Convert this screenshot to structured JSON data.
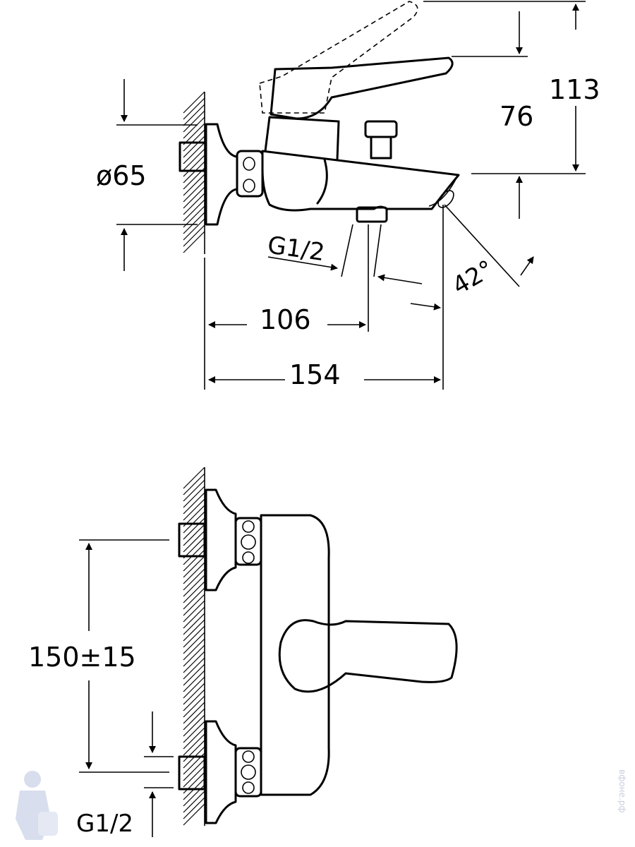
{
  "side_view": {
    "dims": {
      "total_height": "113",
      "spout_height": "76",
      "flange_diameter": "ø65",
      "thread": "G1/2",
      "outlet_distance": "106",
      "total_depth": "154",
      "spout_angle": "42°"
    }
  },
  "front_view": {
    "dims": {
      "center_distance": "150±15",
      "thread": "G1/2"
    }
  },
  "watermark": {
    "text": "вфоне.рф"
  },
  "colors": {
    "line": "#000000",
    "watermark": "#9aa6c2"
  }
}
